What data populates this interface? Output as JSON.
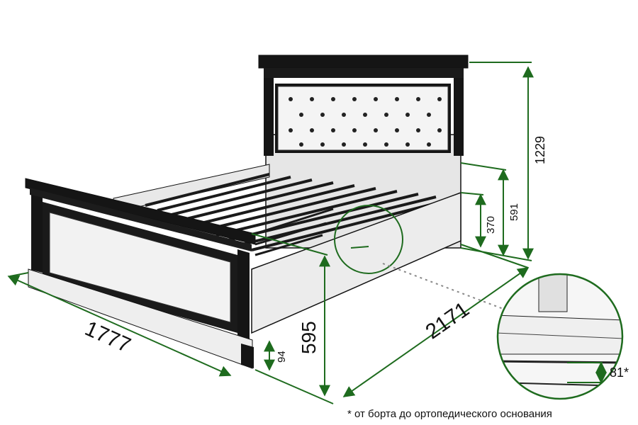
{
  "colors": {
    "dimension_line": "#1e6b1e",
    "frame_dark": "#151515",
    "panel_light": "#e9e9e9",
    "outline": "#111111"
  },
  "dimensions": {
    "width": "1777",
    "length": "2171",
    "total_height": "1229",
    "frame_height": "595",
    "headboard_panel": "591",
    "side_rail": "370",
    "leg_clearance": "94",
    "mattress_depth": "81*"
  },
  "footnote": "* от борта до ортопедического основания",
  "icons": [
    "detail-magnifier-icon"
  ]
}
